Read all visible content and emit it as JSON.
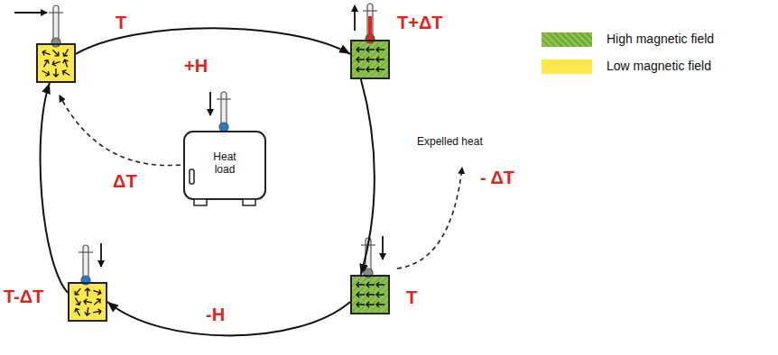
{
  "diagram": {
    "nodes": [
      {
        "text": [
          "T"
        ]
      },
      {
        "text": [
          "T+ΔT"
        ]
      },
      {
        "text": [
          "T"
        ]
      },
      {
        "text": [
          "T-ΔT"
        ]
      },
      {
        "text": [
          "Heat load"
        ]
      }
    ],
    "edges": [
      {
        "from": 0,
        "to": 1,
        "label": "+H",
        "arrow": "to"
      },
      {
        "from": 1,
        "to": 2,
        "arrow": "to"
      },
      {
        "from": 2,
        "to": 3,
        "label": "-H",
        "arrow": "to"
      },
      {
        "from": 3,
        "to": 0,
        "arrow": "to"
      }
    ],
    "labels": [
      "ΔT",
      "Expelled heat",
      "- ΔT"
    ],
    "legend": [
      {
        "text": "High magnetic field",
        "color": "#8dc14e"
      },
      {
        "text": "Low magnetic field",
        "color": "#ffe94a"
      }
    ]
  }
}
